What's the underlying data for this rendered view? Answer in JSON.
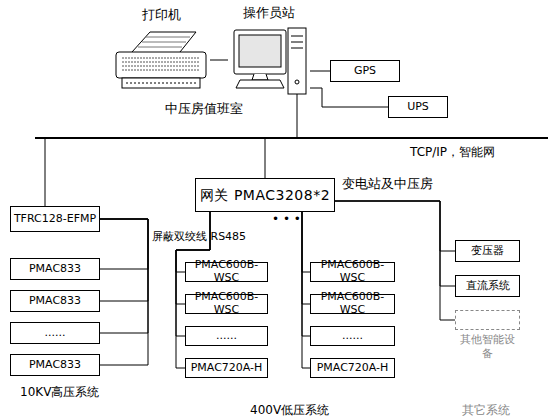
{
  "diagram": {
    "nodes": [
      {
        "text": [
          "打印机"
        ]
      },
      {
        "text": [
          "操作员站"
        ]
      },
      {
        "text": [
          "GPS"
        ]
      },
      {
        "text": [
          "UPS"
        ]
      },
      {
        "text": [
          "网关 PMAC3208*2"
        ]
      },
      {
        "text": [
          "TFRC128-EFMP"
        ]
      },
      {
        "text": [
          "PMAC833"
        ]
      },
      {
        "text": [
          "PMAC833"
        ]
      },
      {
        "text": [
          "......"
        ]
      },
      {
        "text": [
          "PMAC833"
        ]
      },
      {
        "text": [
          "PMAC600B-WSC"
        ]
      },
      {
        "text": [
          "PMAC600B-WSC"
        ]
      },
      {
        "text": [
          "......"
        ]
      },
      {
        "text": [
          "PMAC720A-H"
        ]
      },
      {
        "text": [
          "PMAC600B-WSC"
        ]
      },
      {
        "text": [
          "PMAC600B-WSC"
        ]
      },
      {
        "text": [
          "......"
        ]
      },
      {
        "text": [
          "PMAC720A-H"
        ]
      },
      {
        "text": [
          "变压器"
        ]
      },
      {
        "text": [
          "直流系统"
        ]
      },
      {
        "text": [
          "其他智能设备"
        ]
      }
    ],
    "edges": [
      {
        "from": 0,
        "to": 1,
        "arrow": "none"
      },
      {
        "from": 1,
        "to": 2,
        "arrow": "none"
      },
      {
        "from": 1,
        "to": 3,
        "arrow": "none"
      },
      {
        "from": 5,
        "to": 6,
        "arrow": "none"
      },
      {
        "from": 5,
        "to": 7,
        "arrow": "none"
      },
      {
        "from": 5,
        "to": 8,
        "arrow": "none"
      },
      {
        "from": 5,
        "to": 9,
        "arrow": "none"
      },
      {
        "from": 4,
        "to": 10,
        "arrow": "none"
      },
      {
        "from": 4,
        "to": 11,
        "arrow": "none"
      },
      {
        "from": 4,
        "to": 12,
        "arrow": "none"
      },
      {
        "from": 4,
        "to": 13,
        "arrow": "none"
      },
      {
        "from": 4,
        "to": 14,
        "arrow": "none"
      },
      {
        "from": 4,
        "to": 15,
        "arrow": "none"
      },
      {
        "from": 4,
        "to": 16,
        "arrow": "none"
      },
      {
        "from": 4,
        "to": 17,
        "arrow": "none"
      },
      {
        "from": 4,
        "to": 18,
        "arrow": "none"
      },
      {
        "from": 4,
        "to": 19,
        "arrow": "none"
      },
      {
        "from": 4,
        "to": 20,
        "arrow": "none"
      }
    ],
    "labels": [
      "中压房值班室",
      "TCP/IP，智能网",
      "变电站及中压房",
      "屏蔽双绞线 RS485",
      "• • •",
      "10KV高压系统",
      "400V低压系统",
      "其它系统"
    ]
  }
}
